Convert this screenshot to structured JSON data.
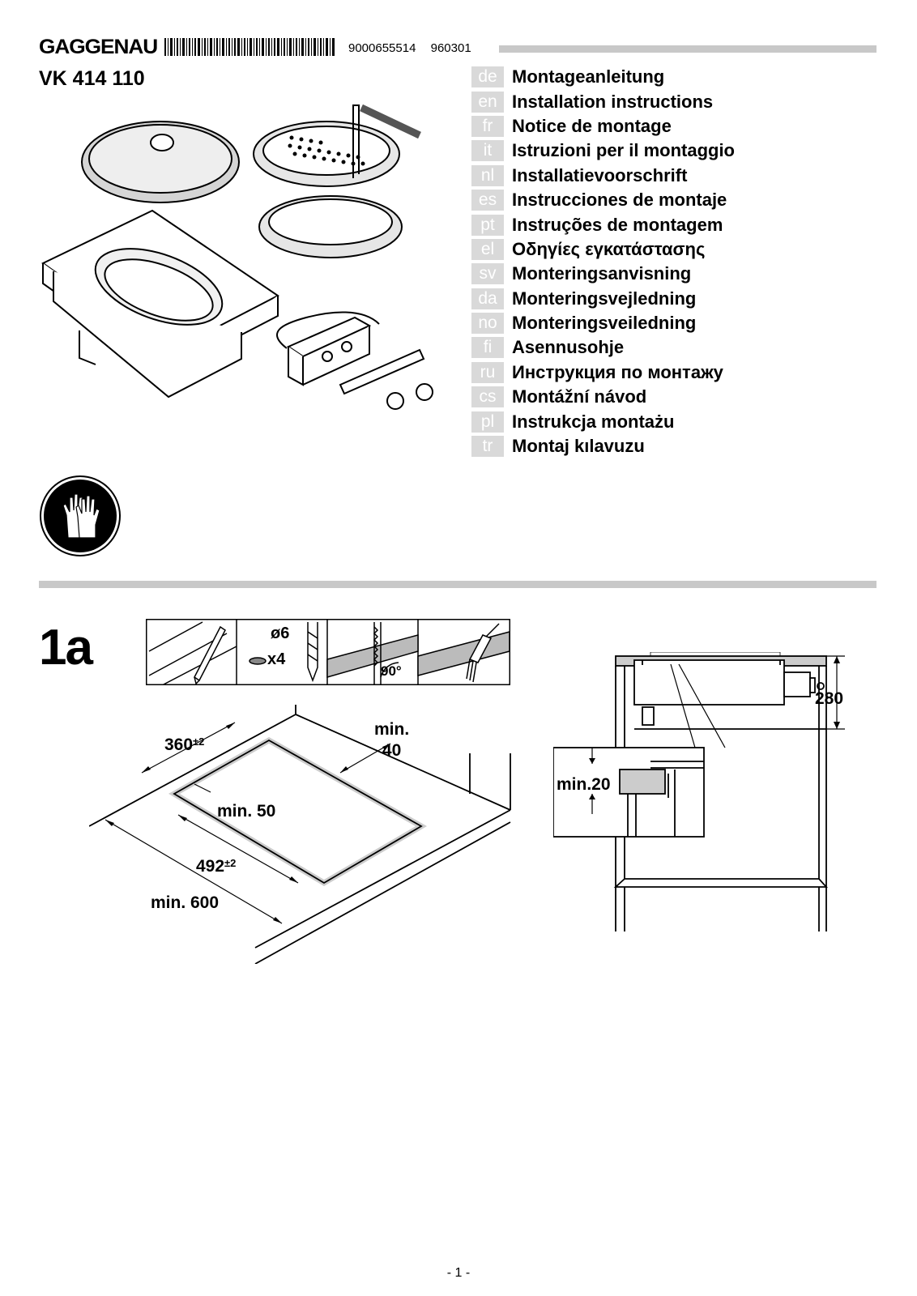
{
  "header": {
    "brand": "GAGGENAU",
    "part_number": "9000655514",
    "date_code": "960301",
    "model": "VK 414 110"
  },
  "languages": [
    {
      "code": "de",
      "title": "Montageanleitung"
    },
    {
      "code": "en",
      "title": "Installation instructions"
    },
    {
      "code": "fr",
      "title": "Notice de montage"
    },
    {
      "code": "it",
      "title": "Istruzioni per il montaggio"
    },
    {
      "code": "nl",
      "title": "Installatievoorschrift"
    },
    {
      "code": "es",
      "title": "Instrucciones de montaje"
    },
    {
      "code": "pt",
      "title": "Instruções de montagem"
    },
    {
      "code": "el",
      "title": "Οδηγίες εγκατάστασης"
    },
    {
      "code": "sv",
      "title": "Monteringsanvisning"
    },
    {
      "code": "da",
      "title": "Monteringsvejledning"
    },
    {
      "code": "no",
      "title": "Monteringsveiledning"
    },
    {
      "code": "fi",
      "title": "Asennusohje"
    },
    {
      "code": "ru",
      "title": "Инструкция по монтажу"
    },
    {
      "code": "cs",
      "title": "Montážní návod"
    },
    {
      "code": "pl",
      "title": "Instrukcja montażu"
    },
    {
      "code": "tr",
      "title": "Montaj kılavuzu"
    }
  ],
  "safety_icon": "gloves-icon",
  "figure": {
    "number": "1a",
    "steps": {
      "drill_diameter": "ø6",
      "drill_count": "x4",
      "angle": "90°"
    },
    "cutout": {
      "depth": "360",
      "depth_tol": "±2",
      "rear_clearance_label": "min.",
      "rear_clearance": "40",
      "front_clearance": "min. 50",
      "width": "492",
      "width_tol": "±2",
      "worktop_depth": "min. 600"
    },
    "cabinet": {
      "height": "280",
      "min_gap": "min.20"
    }
  },
  "footer": {
    "page": "- 1 -"
  }
}
